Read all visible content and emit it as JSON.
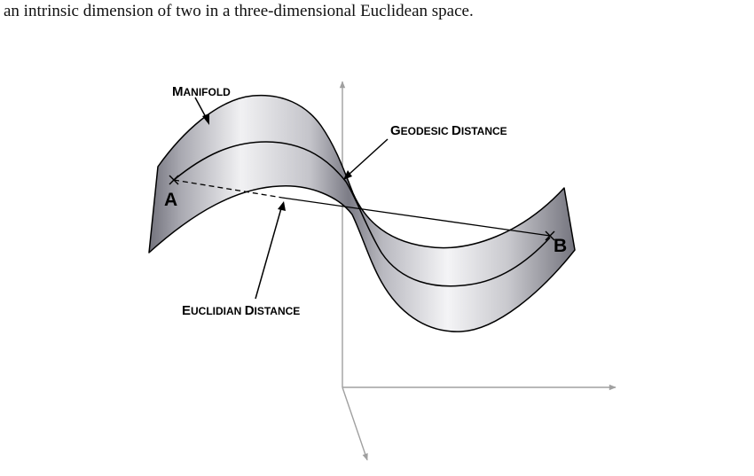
{
  "caption": "an intrinsic dimension of two in a three-dimensional Euclidean space.",
  "labels": {
    "manifold": {
      "big": "M",
      "small": "ANIFOLD"
    },
    "geodesic": {
      "big1": "G",
      "small1": "EODESIC ",
      "big2": "D",
      "small2": "ISTANCE"
    },
    "euclidian": {
      "big1": "E",
      "small1": "UCLIDIAN ",
      "big2": "D",
      "small2": "ISTANCE"
    },
    "point_a": "A",
    "point_b": "B"
  },
  "colors": {
    "surface_dark": "#6e6e78",
    "surface_light": "#f4f4f6",
    "axis": "#a0a0a0",
    "ink": "#000000"
  }
}
